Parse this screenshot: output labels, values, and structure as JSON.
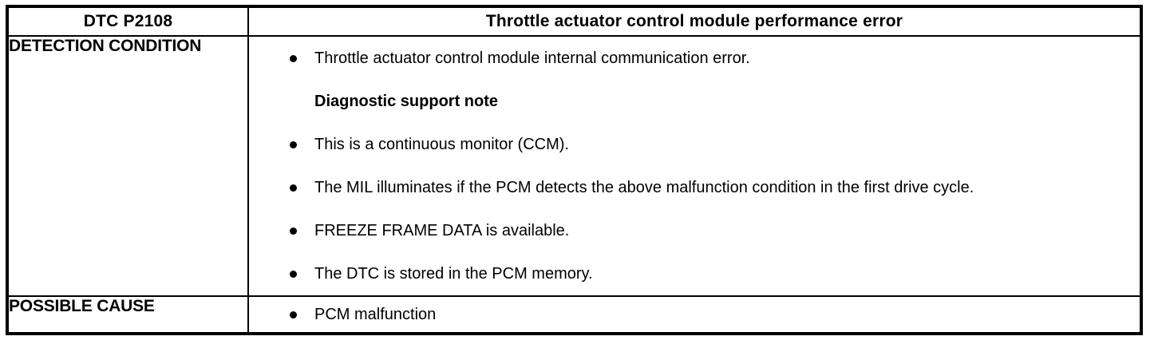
{
  "table": {
    "header": {
      "code_label": "DTC P2108",
      "description": "Throttle actuator control module performance error"
    },
    "rows": [
      {
        "label": "DETECTION CONDITION",
        "items": [
          {
            "type": "bullet",
            "text": "Throttle actuator control module internal communication error."
          },
          {
            "type": "note",
            "text": "Diagnostic support note"
          },
          {
            "type": "bullet",
            "text": "This is a continuous monitor (CCM)."
          },
          {
            "type": "bullet",
            "text": "The MIL illuminates if the PCM detects the above malfunction condition in the first drive cycle."
          },
          {
            "type": "bullet",
            "text": "FREEZE FRAME DATA is available."
          },
          {
            "type": "bullet",
            "text": "The DTC is stored in the PCM memory."
          }
        ]
      },
      {
        "label": "POSSIBLE CAUSE",
        "items": [
          {
            "type": "bullet",
            "text": "PCM malfunction"
          }
        ]
      }
    ]
  },
  "colors": {
    "border": "#000000",
    "text": "#000000",
    "background": "#ffffff"
  }
}
